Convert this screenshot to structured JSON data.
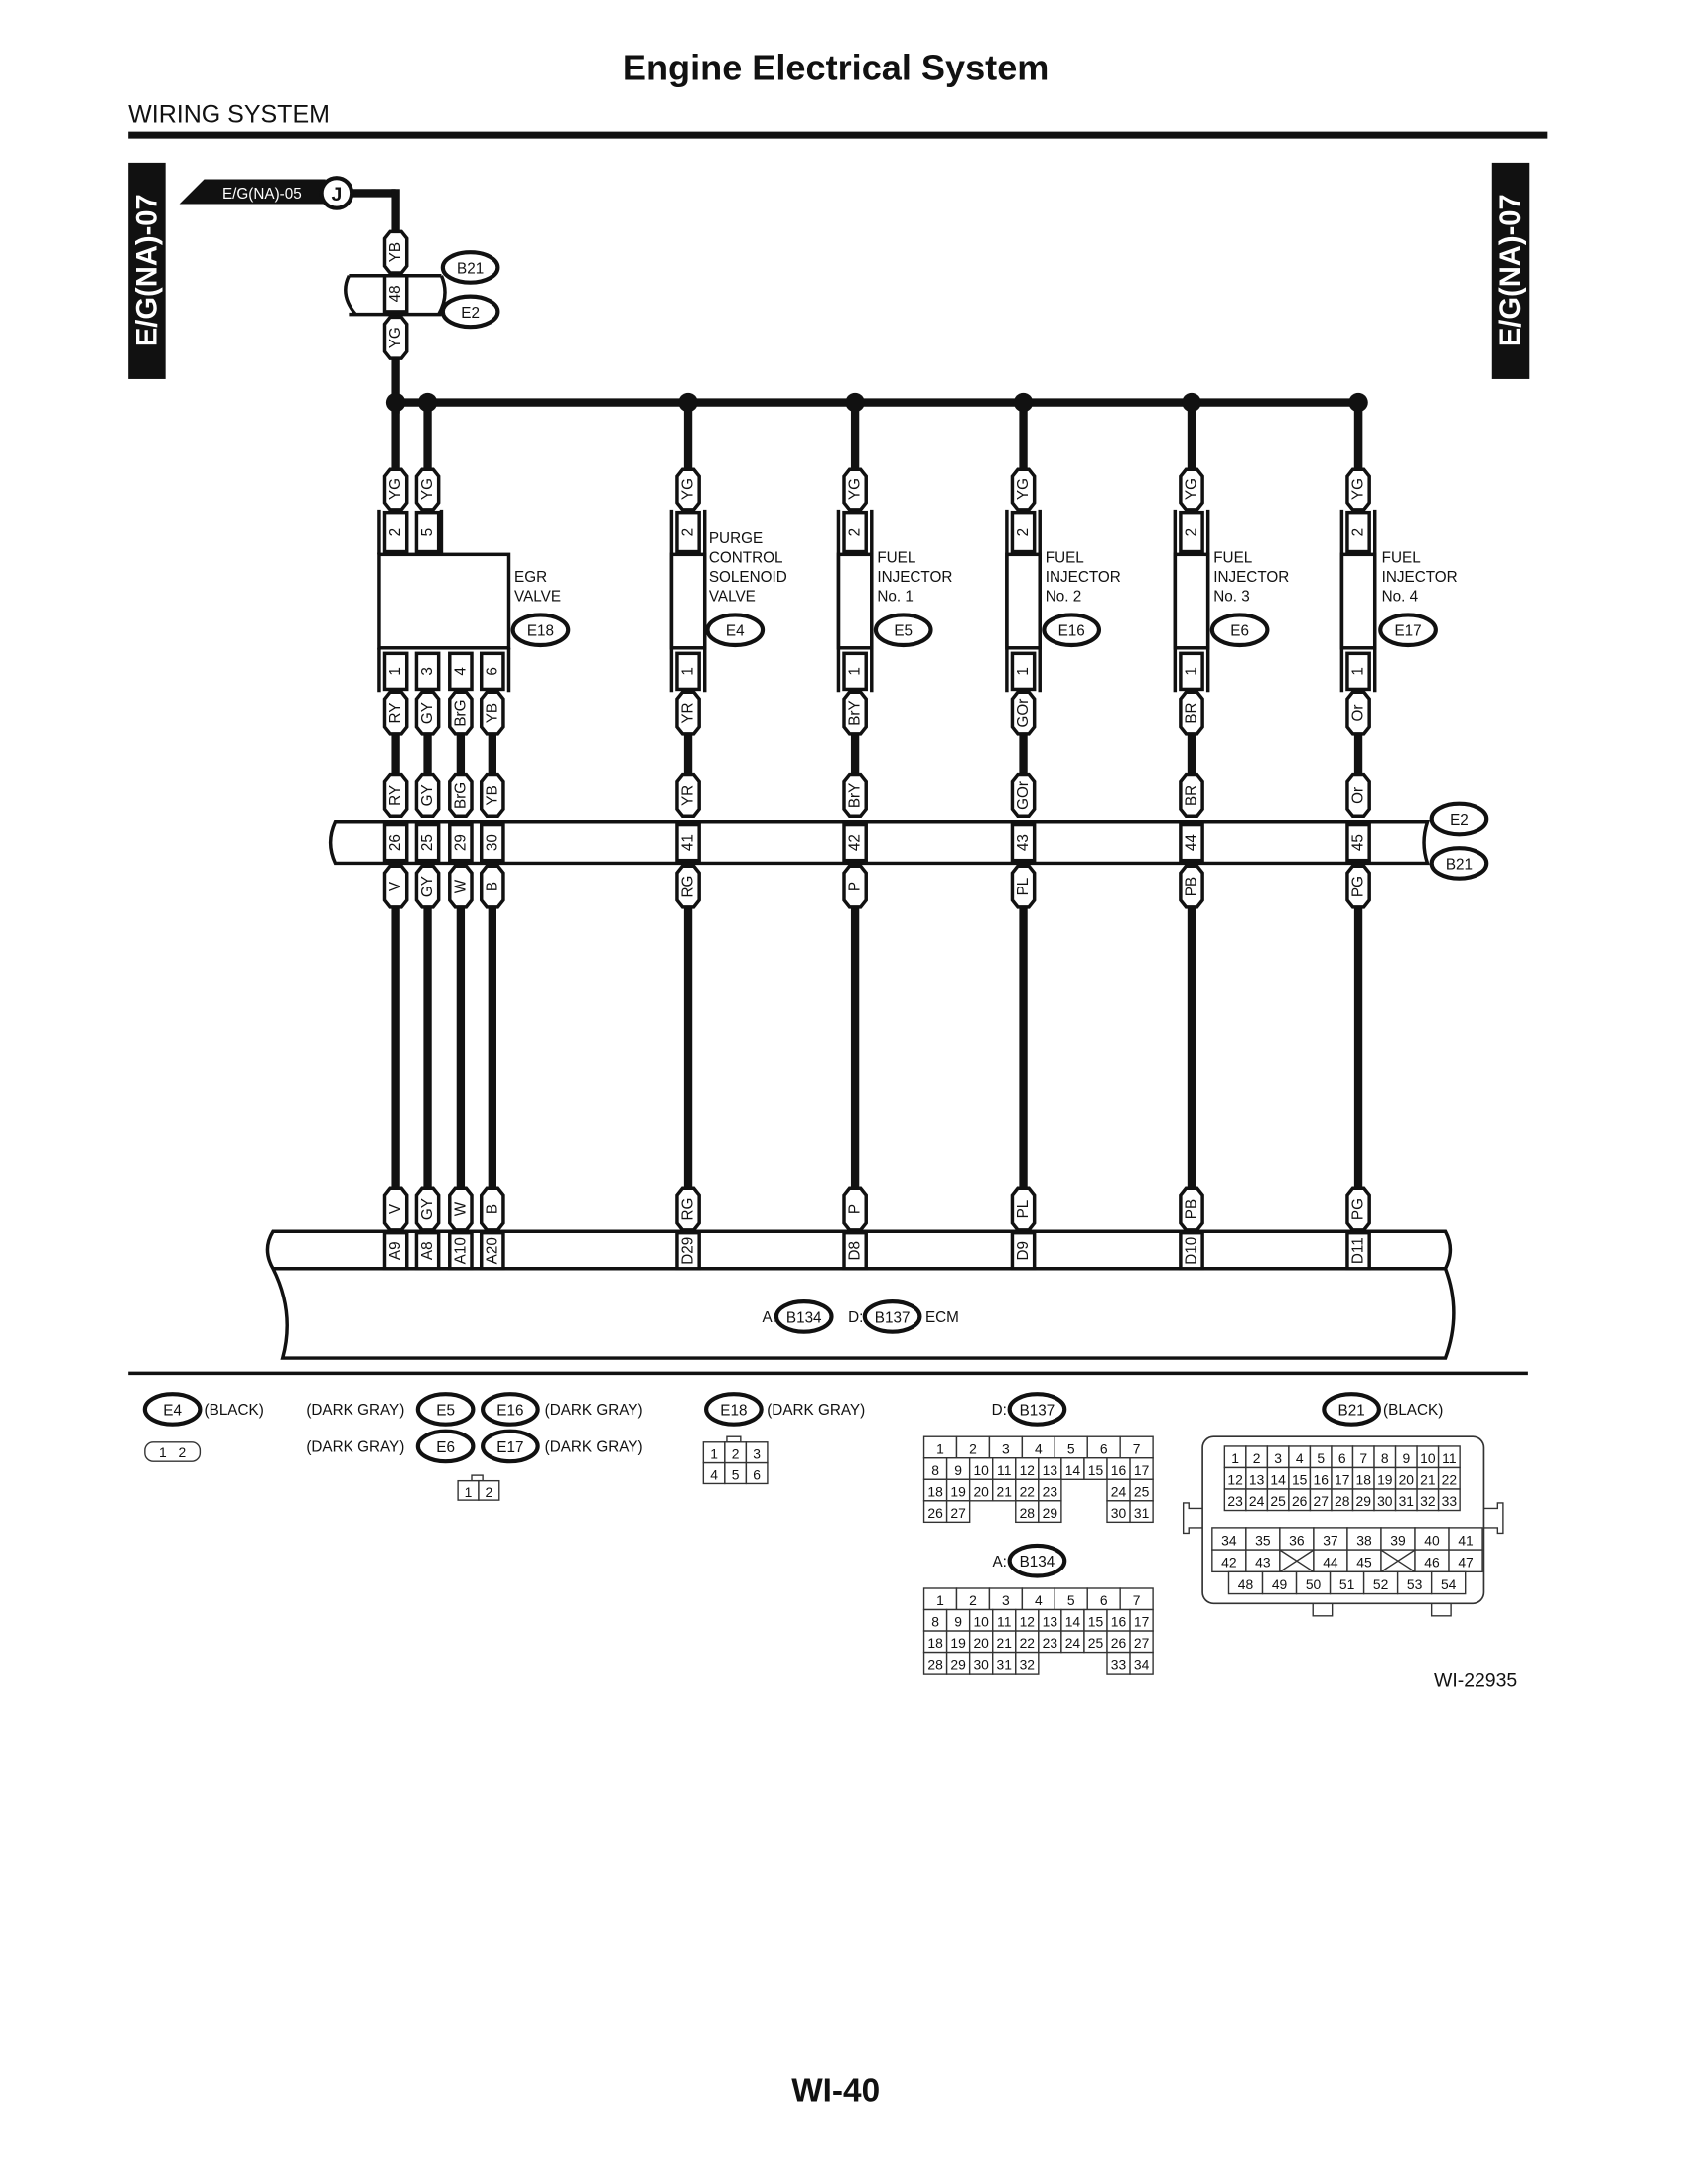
{
  "header": {
    "title": "Engine Electrical System",
    "section": "WIRING SYSTEM"
  },
  "side_tabs": {
    "left": "E/G(NA)-07",
    "right": "E/G(NA)-07"
  },
  "source": {
    "flag": "E/G(NA)-05",
    "junction": "J"
  },
  "splice": {
    "upper_wire": "YB",
    "pin": "48",
    "lower_wire": "YG",
    "connector_top": "B21",
    "connector_bottom": "E2"
  },
  "harness": {
    "connector_top": "E2",
    "connector_bottom": "B21"
  },
  "ecm": {
    "prefix_a": "A:",
    "connector_a": "B134",
    "prefix_d": "D:",
    "connector_d": "B137",
    "label": "ECM"
  },
  "components": [
    {
      "name_lines": [
        "EGR",
        "VALVE"
      ],
      "connector": "E18",
      "top": [
        {
          "wire": "YG",
          "pin": "2"
        },
        {
          "wire": "YG",
          "pin": "5"
        }
      ],
      "bottom": [
        {
          "pin": "1",
          "wire_upper": "RY",
          "harness_pin": "26",
          "wire_lower": "V",
          "ecm_pin": "A9"
        },
        {
          "pin": "3",
          "wire_upper": "GY",
          "harness_pin": "25",
          "wire_lower": "GY",
          "ecm_pin": "A8"
        },
        {
          "pin": "4",
          "wire_upper": "BrG",
          "harness_pin": "29",
          "wire_lower": "W",
          "ecm_pin": "A10"
        },
        {
          "pin": "6",
          "wire_upper": "YB",
          "harness_pin": "30",
          "wire_lower": "B",
          "ecm_pin": "A20"
        }
      ]
    },
    {
      "name_lines": [
        "PURGE",
        "CONTROL",
        "SOLENOID",
        "VALVE"
      ],
      "connector": "E4",
      "top": [
        {
          "wire": "YG",
          "pin": "2"
        }
      ],
      "bottom": [
        {
          "pin": "1",
          "wire_upper": "YR",
          "harness_pin": "41",
          "wire_lower": "RG",
          "ecm_pin": "D29"
        }
      ]
    },
    {
      "name_lines": [
        "FUEL",
        "INJECTOR",
        "No. 1"
      ],
      "connector": "E5",
      "top": [
        {
          "wire": "YG",
          "pin": "2"
        }
      ],
      "bottom": [
        {
          "pin": "1",
          "wire_upper": "BrY",
          "harness_pin": "42",
          "wire_lower": "P",
          "ecm_pin": "D8"
        }
      ]
    },
    {
      "name_lines": [
        "FUEL",
        "INJECTOR",
        "No. 2"
      ],
      "connector": "E16",
      "top": [
        {
          "wire": "YG",
          "pin": "2"
        }
      ],
      "bottom": [
        {
          "pin": "1",
          "wire_upper": "GOr",
          "harness_pin": "43",
          "wire_lower": "PL",
          "ecm_pin": "D9"
        }
      ]
    },
    {
      "name_lines": [
        "FUEL",
        "INJECTOR",
        "No. 3"
      ],
      "connector": "E6",
      "top": [
        {
          "wire": "YG",
          "pin": "2"
        }
      ],
      "bottom": [
        {
          "pin": "1",
          "wire_upper": "BR",
          "harness_pin": "44",
          "wire_lower": "PB",
          "ecm_pin": "D10"
        }
      ]
    },
    {
      "name_lines": [
        "FUEL",
        "INJECTOR",
        "No. 4"
      ],
      "connector": "E17",
      "top": [
        {
          "wire": "YG",
          "pin": "2"
        }
      ],
      "bottom": [
        {
          "pin": "1",
          "wire_upper": "Or",
          "harness_pin": "45",
          "wire_lower": "PG",
          "ecm_pin": "D11"
        }
      ]
    }
  ],
  "legend": {
    "e4": {
      "connector": "E4",
      "color": "(BLACK)",
      "pins": [
        "1",
        "2"
      ]
    },
    "injectors": {
      "color_1": "(DARK GRAY)",
      "c1": "E5",
      "c2": "E16",
      "color_2": "(DARK GRAY)",
      "color_3": "(DARK GRAY)",
      "c3": "E6",
      "c4": "E17",
      "color_4": "(DARK GRAY)",
      "pins": [
        "1",
        "2"
      ]
    },
    "e18": {
      "connector": "E18",
      "color": "(DARK GRAY)",
      "rows": [
        [
          "1",
          "2",
          "3"
        ],
        [
          "4",
          "5",
          "6"
        ]
      ]
    },
    "b137": {
      "prefix": "D:",
      "connector": "B137",
      "row1": [
        "1",
        "2",
        "3",
        "4",
        "5",
        "6",
        "7"
      ],
      "rows": [
        [
          "8",
          "9",
          "10",
          "11",
          "12",
          "13",
          "14",
          "15",
          "16",
          "17"
        ],
        [
          "18",
          "19",
          "20",
          "21",
          "22",
          "23",
          null,
          null,
          "24",
          "25"
        ],
        [
          "26",
          "27",
          null,
          null,
          "28",
          "29",
          null,
          null,
          "30",
          "31"
        ]
      ]
    },
    "b134": {
      "prefix": "A:",
      "connector": "B134",
      "row1": [
        "1",
        "2",
        "3",
        "4",
        "5",
        "6",
        "7"
      ],
      "rows": [
        [
          "8",
          "9",
          "10",
          "11",
          "12",
          "13",
          "14",
          "15",
          "16",
          "17"
        ],
        [
          "18",
          "19",
          "20",
          "21",
          "22",
          "23",
          "24",
          "25",
          "26",
          "27"
        ],
        [
          "28",
          "29",
          "30",
          "31",
          "32",
          null,
          null,
          null,
          "33",
          "34"
        ]
      ]
    },
    "b21": {
      "connector": "B21",
      "color": "(BLACK)",
      "upper": [
        [
          "1",
          "2",
          "3",
          "4",
          "5",
          "6",
          "7",
          "8",
          "9",
          "10",
          "11"
        ],
        [
          "12",
          "13",
          "14",
          "15",
          "16",
          "17",
          "18",
          "19",
          "20",
          "21",
          "22"
        ],
        [
          "23",
          "24",
          "25",
          "26",
          "27",
          "28",
          "29",
          "30",
          "31",
          "32",
          "33"
        ]
      ],
      "lower": [
        [
          "34",
          "35",
          "36",
          "37",
          "38",
          "39",
          "40",
          "41"
        ],
        [
          "42",
          "43",
          "x",
          "44",
          "45",
          "x",
          "46",
          "47"
        ]
      ],
      "bottom": [
        "48",
        "49",
        "50",
        "51",
        "52",
        "53",
        "54"
      ]
    }
  },
  "figure_id": "WI-22935",
  "page_number": "WI-40"
}
